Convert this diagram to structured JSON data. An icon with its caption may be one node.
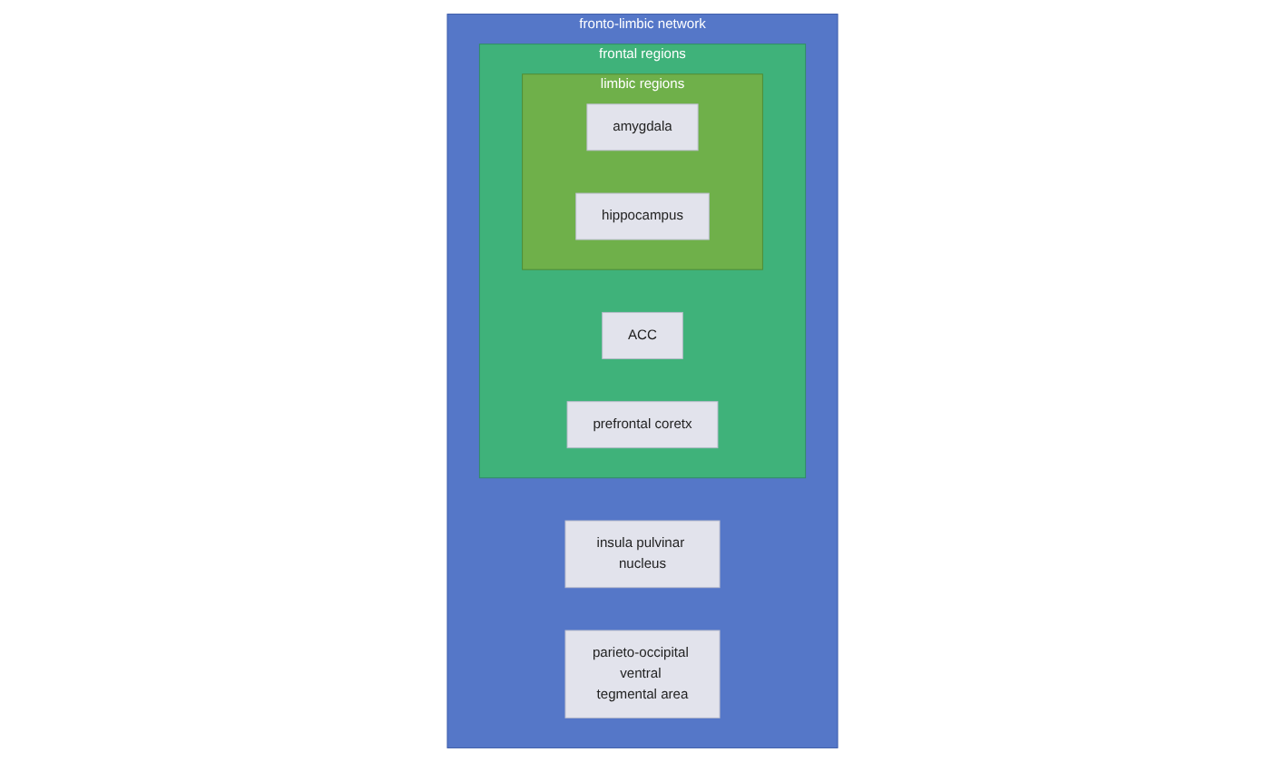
{
  "diagram": {
    "nodes": [
      {
        "text": [
          "fronto-limbic network"
        ]
      },
      {
        "text": [
          "insula pulvinar nucleus"
        ],
        "in": 0
      },
      {
        "text": [
          "parieto-occipital ventral tegmental area"
        ],
        "in": 0
      },
      {
        "text": [
          "frontal regions"
        ],
        "in": 0
      },
      {
        "text": [
          "ACC"
        ],
        "in": 3
      },
      {
        "text": [
          "prefrontal coretx"
        ],
        "in": 3
      },
      {
        "text": [
          "limbic regions"
        ],
        "in": 3
      },
      {
        "text": [
          "amygdala"
        ],
        "in": 6
      },
      {
        "text": [
          "hippocampus"
        ],
        "in": 6
      }
    ]
  }
}
